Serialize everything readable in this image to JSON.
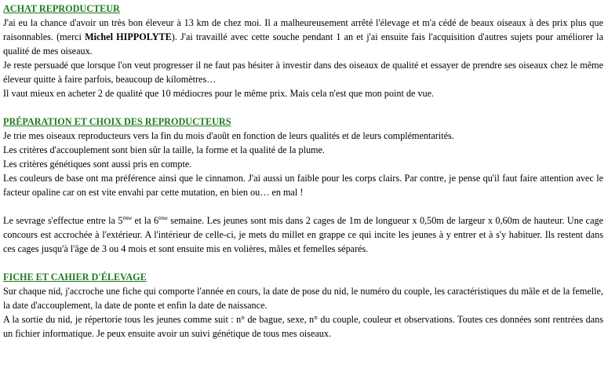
{
  "sections": {
    "achat": {
      "title": "ACHAT REPRODUCTEUR",
      "p1_before": "J'ai eu la chance d'avoir un très bon éleveur à 13 km de chez moi. Il a malheureusement arrêté l'élevage et m'a cédé de beaux oiseaux à des prix plus que raisonnables. (merci ",
      "p1_name": "Michel HIPPOLYTE",
      "p1_after": "). J'ai travaillé avec cette souche pendant 1 an et j'ai ensuite fais l'acquisition d'autres sujets pour améliorer la qualité de mes oiseaux.",
      "p2": "Je reste persuadé que lorsque l'on veut progresser il ne faut pas hésiter à investir dans des oiseaux de qualité et essayer de prendre ses oiseaux chez le même éleveur quitte à faire parfois, beaucoup de kilomètres…",
      "p3": "Il vaut mieux en acheter 2 de qualité que 10 médiocres pour le même prix. Mais cela n'est que mon point de vue."
    },
    "preparation": {
      "title": "PRÉPARATION ET CHOIX DES REPRODUCTEURS",
      "p1": "Je trie mes oiseaux reproducteurs vers la fin du mois d'août en fonction de leurs qualités et de leurs complémentarités.",
      "p2": "Les critères d'accouplement sont bien sûr la taille, la forme et la qualité de la plume.",
      "p3": "Les critères génétiques sont aussi pris en compte.",
      "p4": "Les couleurs de base ont ma préférence ainsi que le cinnamon. J'ai aussi un faible pour les corps clairs. Par contre, je pense qu'il faut faire attention avec le facteur opaline car on est vite envahi par cette mutation, en bien ou… en mal !",
      "sevrage_a": "Le sevrage s'effectue entre la 5",
      "sevrage_sup1": "ème",
      "sevrage_b": " et la 6",
      "sevrage_sup2": "ème",
      "sevrage_c": " semaine. Les jeunes sont mis dans 2 cages de 1m de longueur x 0,50m de largeur x 0,60m de hauteur. Une cage concours est accrochée à l'extérieur. A l'intérieur de celle-ci, je mets du millet en grappe ce qui incite les jeunes à y entrer et à s'y habituer. Ils restent dans ces cages jusqu'à l'âge de 3 ou 4 mois et sont ensuite mis en volières, mâles et femelles séparés."
    },
    "fiche": {
      "title": "FICHE ET CAHIER D'ÉLEVAGE",
      "p1": "Sur chaque nid, j'accroche une fiche qui comporte l'année en cours, la date de pose du nid, le numéro du couple, les caractéristiques du mâle et de la femelle, la date d'accouplement, la date de ponte et enfin la date de naissance.",
      "p2": "A la sortie du nid, je répertorie tous les jeunes comme suit : n° de bague, sexe, n° du couple, couleur et observations. Toutes ces données sont  rentrées dans un fichier informatique. Je peux ensuite avoir un suivi génétique de tous mes oiseaux."
    }
  },
  "colors": {
    "heading": "#1f7a1f",
    "text": "#000000",
    "background": "#ffffff"
  }
}
